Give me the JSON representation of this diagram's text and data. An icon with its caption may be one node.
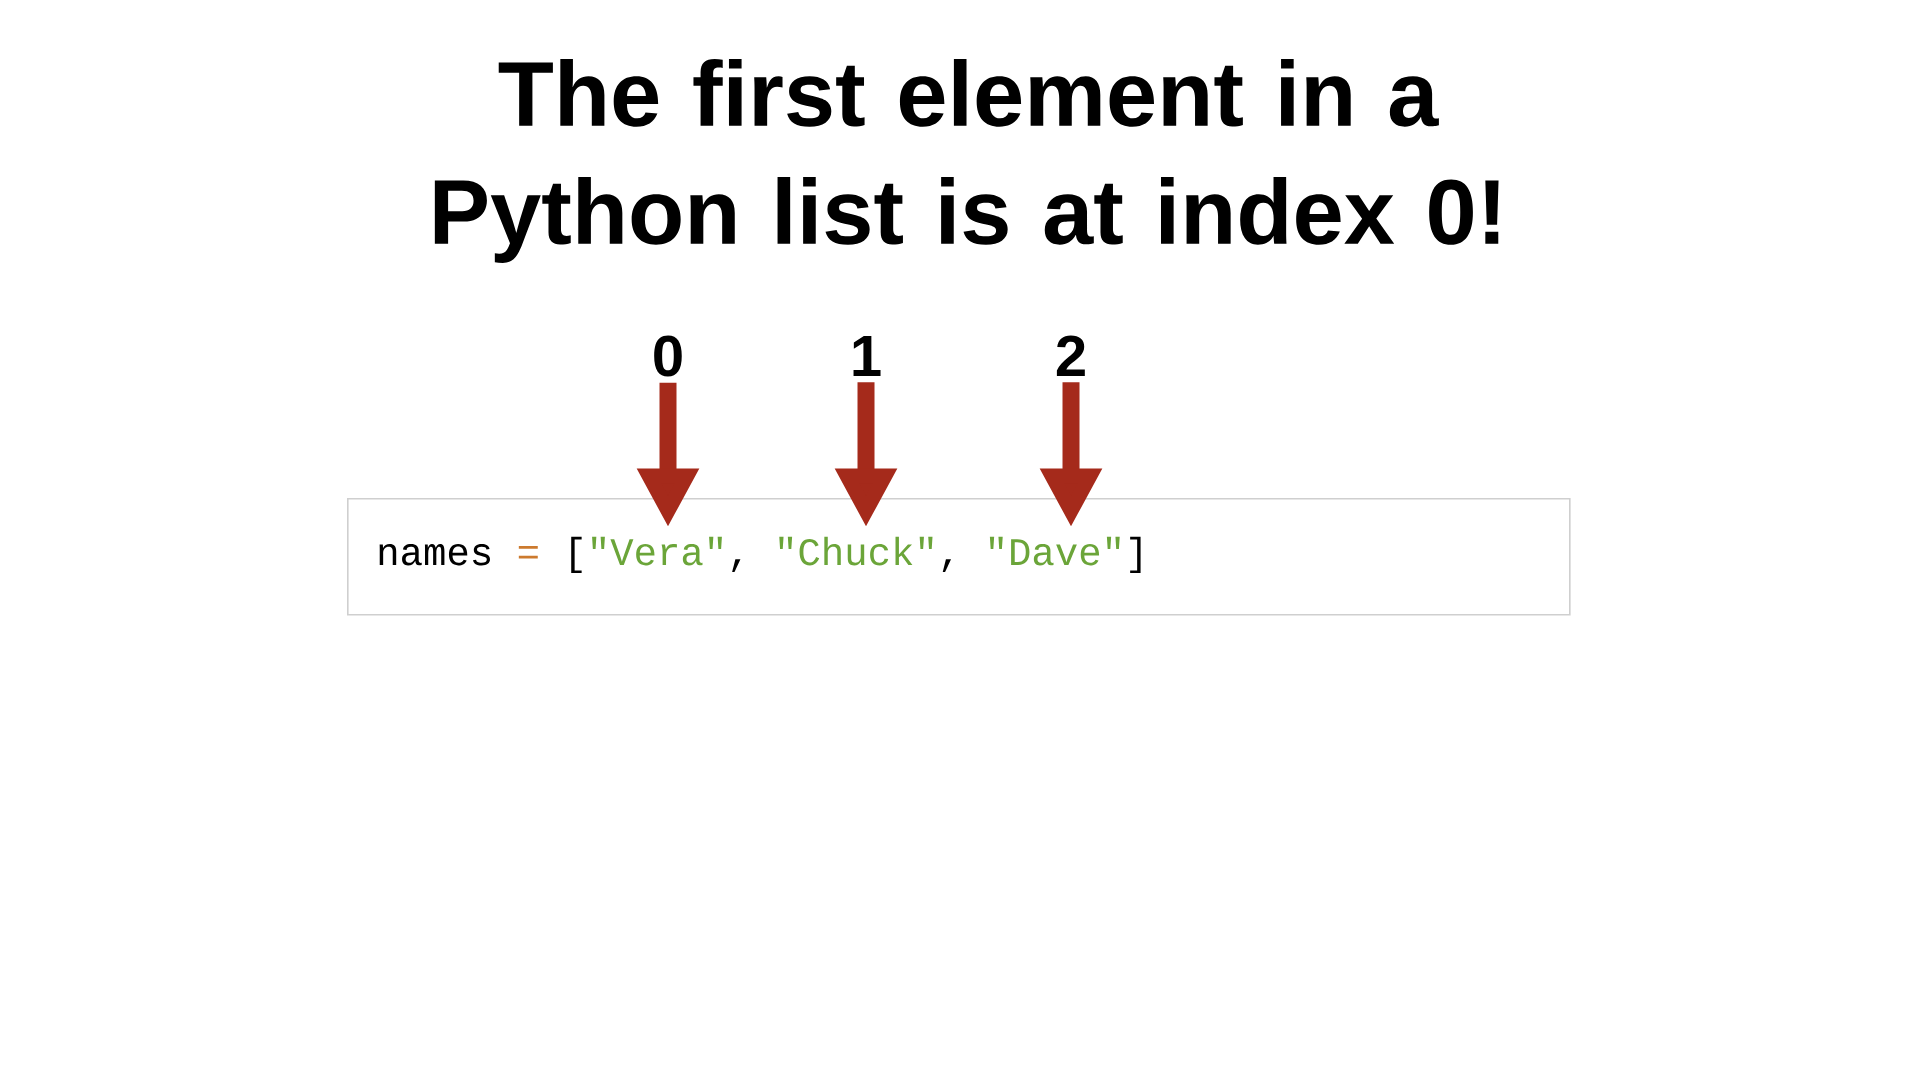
{
  "diagram": {
    "title": "The first element in a Python list is at index 0!",
    "nodes": [
      {
        "text": [
          "0"
        ]
      },
      {
        "text": [
          "1"
        ]
      },
      {
        "text": [
          "2"
        ]
      },
      {
        "text": [
          "names",
          "=",
          "[",
          ",",
          ",",
          "]"
        ]
      },
      {
        "text": [
          "\"Vera\""
        ],
        "in": 3
      },
      {
        "text": [
          "\"Chuck\""
        ],
        "in": 3
      },
      {
        "text": [
          "\"Dave\""
        ],
        "in": 3
      }
    ],
    "edges": [
      {
        "from": 0,
        "to": 4,
        "arrow": "to"
      },
      {
        "from": 1,
        "to": 5,
        "arrow": "to"
      },
      {
        "from": 2,
        "to": 6,
        "arrow": "to"
      }
    ]
  }
}
